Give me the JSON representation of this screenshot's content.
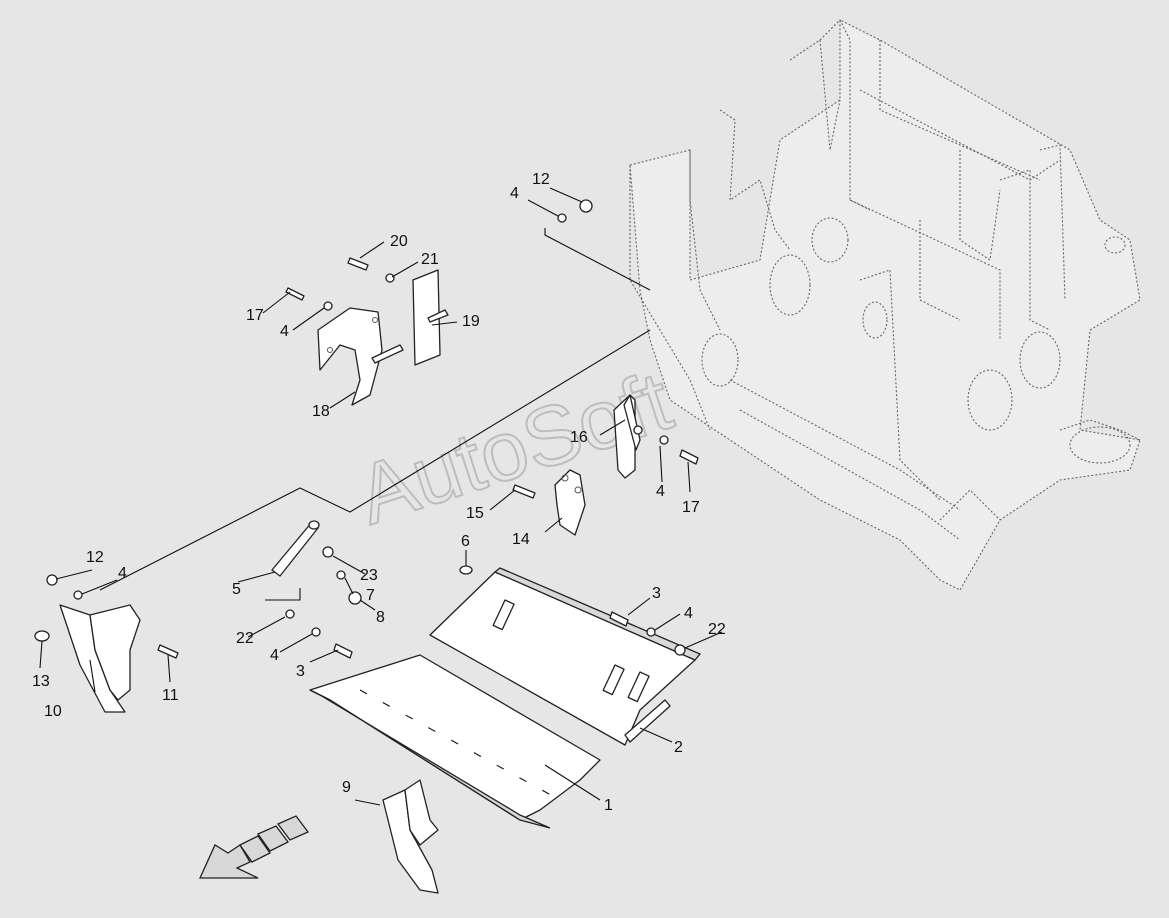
{
  "diagram": {
    "watermark": "AutoSoft",
    "callouts": {
      "c1": "1",
      "c2": "2",
      "c3a": "3",
      "c3b": "3",
      "c4a": "4",
      "c4b": "4",
      "c4c": "4",
      "c4d": "4",
      "c4e": "4",
      "c4f": "4",
      "c5": "5",
      "c6": "6",
      "c7": "7",
      "c8": "8",
      "c9": "9",
      "c10": "10",
      "c11": "11",
      "c12a": "12",
      "c12b": "12",
      "c13": "13",
      "c14": "14",
      "c15": "15",
      "c16": "16",
      "c17a": "17",
      "c17b": "17",
      "c18": "18",
      "c19": "19",
      "c20": "20",
      "c21": "21",
      "c22a": "22",
      "c22b": "22",
      "c23": "23"
    },
    "colors": {
      "background": "#e6e6e6",
      "line": "#222222",
      "watermark": "#bdbdbd"
    }
  }
}
